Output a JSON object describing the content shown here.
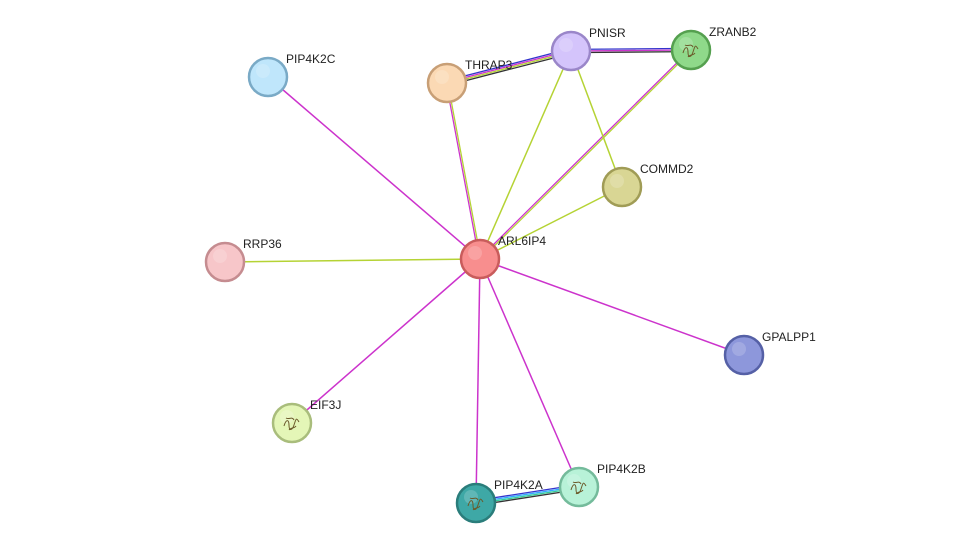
{
  "network": {
    "nodes": [
      {
        "id": "ARL6IP4",
        "label": "ARL6IP4",
        "fill": "#f88e8e",
        "stroke": "#c95c5c",
        "icon": "none"
      },
      {
        "id": "PIP4K2C",
        "label": "PIP4K2C",
        "fill": "#bfe6fb",
        "stroke": "#7aaac6",
        "icon": "none"
      },
      {
        "id": "THRAP3",
        "label": "THRAP3",
        "fill": "#fbd9b4",
        "stroke": "#c89f76",
        "icon": "none"
      },
      {
        "id": "PNISR",
        "label": "PNISR",
        "fill": "#d4c4fb",
        "stroke": "#9a86c9",
        "icon": "none"
      },
      {
        "id": "ZRANB2",
        "label": "ZRANB2",
        "fill": "#8fd98a",
        "stroke": "#55a04f",
        "icon": "protein-structure-icon"
      },
      {
        "id": "COMMD2",
        "label": "COMMD2",
        "fill": "#d9d694",
        "stroke": "#a09c56",
        "icon": "none"
      },
      {
        "id": "RRP36",
        "label": "RRP36",
        "fill": "#f7c6c9",
        "stroke": "#c58c90",
        "icon": "none"
      },
      {
        "id": "GPALPP1",
        "label": "GPALPP1",
        "fill": "#8d97db",
        "stroke": "#5560a6",
        "icon": "none"
      },
      {
        "id": "EIF3J",
        "label": "EIF3J",
        "fill": "#e4f6b7",
        "stroke": "#a9bd7c",
        "icon": "protein-structure-icon"
      },
      {
        "id": "PIP4K2A",
        "label": "PIP4K2A",
        "fill": "#3ea8a6",
        "stroke": "#2a7d7b",
        "icon": "protein-structure-icon"
      },
      {
        "id": "PIP4K2B",
        "label": "PIP4K2B",
        "fill": "#b8f2d8",
        "stroke": "#74bb9b",
        "icon": "protein-structure-icon"
      }
    ],
    "edges": [
      {
        "from": "ARL6IP4",
        "to": "PIP4K2C",
        "colors": [
          "#cc33cc"
        ]
      },
      {
        "from": "ARL6IP4",
        "to": "THRAP3",
        "colors": [
          "#cc33cc",
          "#b5d334"
        ]
      },
      {
        "from": "ARL6IP4",
        "to": "PNISR",
        "colors": [
          "#b5d334"
        ]
      },
      {
        "from": "ARL6IP4",
        "to": "ZRANB2",
        "colors": [
          "#cc33cc",
          "#b5d334"
        ]
      },
      {
        "from": "ARL6IP4",
        "to": "COMMD2",
        "colors": [
          "#b5d334"
        ]
      },
      {
        "from": "ARL6IP4",
        "to": "RRP36",
        "colors": [
          "#b5d334"
        ]
      },
      {
        "from": "ARL6IP4",
        "to": "GPALPP1",
        "colors": [
          "#cc33cc"
        ]
      },
      {
        "from": "ARL6IP4",
        "to": "EIF3J",
        "colors": [
          "#cc33cc"
        ]
      },
      {
        "from": "ARL6IP4",
        "to": "PIP4K2A",
        "colors": [
          "#cc33cc"
        ]
      },
      {
        "from": "ARL6IP4",
        "to": "PIP4K2B",
        "colors": [
          "#cc33cc"
        ]
      },
      {
        "from": "THRAP3",
        "to": "PNISR",
        "colors": [
          "#3333cc",
          "#cc33cc",
          "#b5d334",
          "#333333"
        ]
      },
      {
        "from": "PNISR",
        "to": "ZRANB2",
        "colors": [
          "#3333cc",
          "#cc33cc",
          "#333333"
        ]
      },
      {
        "from": "PNISR",
        "to": "COMMD2",
        "colors": [
          "#b5d334"
        ]
      },
      {
        "from": "PIP4K2A",
        "to": "PIP4K2B",
        "colors": [
          "#3333cc",
          "#33aaff",
          "#33cc99",
          "#333333"
        ]
      }
    ]
  }
}
